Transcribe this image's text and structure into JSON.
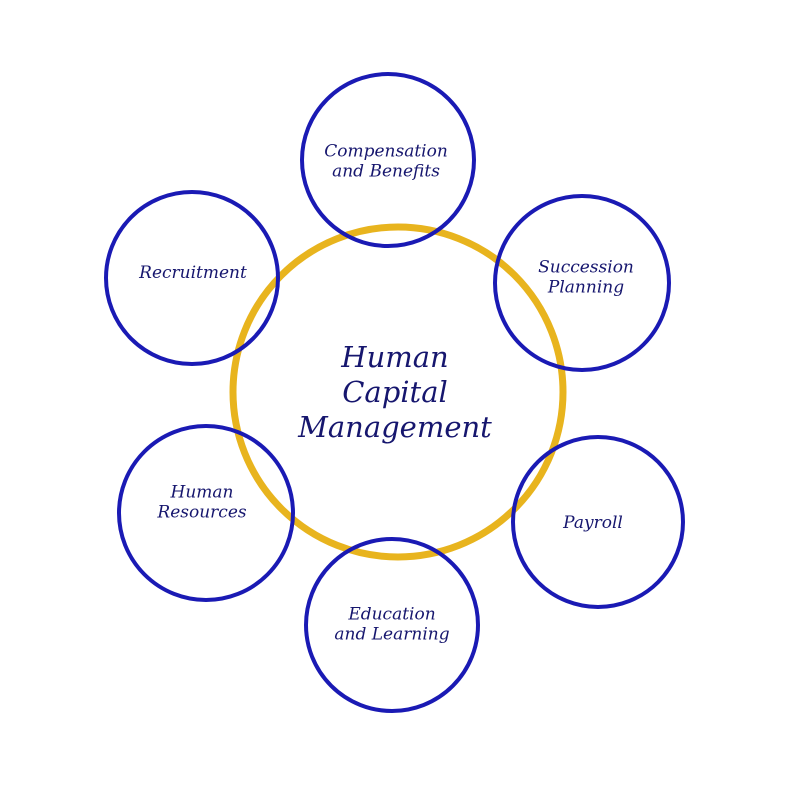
{
  "colors": {
    "center_ring": "#E8B41E",
    "node_ring": "#1A1AB4",
    "text": "#16166E"
  },
  "center": {
    "lines": [
      "Human",
      "Capital",
      "Management"
    ]
  },
  "nodes": [
    {
      "lines": [
        "Compensation",
        "and Benefits"
      ]
    },
    {
      "lines": [
        "Succession",
        "Planning"
      ]
    },
    {
      "lines": [
        "Payroll"
      ]
    },
    {
      "lines": [
        "Education",
        "and Learning"
      ]
    },
    {
      "lines": [
        "Human",
        "Resources"
      ]
    },
    {
      "lines": [
        "Recruitment"
      ]
    }
  ]
}
